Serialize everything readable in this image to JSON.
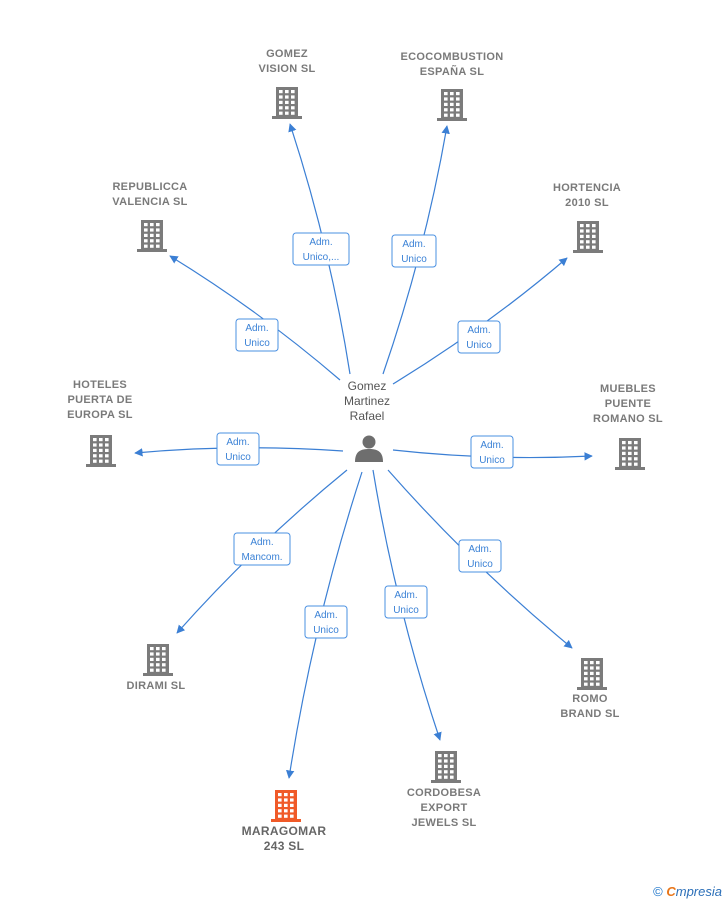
{
  "center": {
    "name_lines": [
      "Gomez",
      "Martinez",
      "Rafael"
    ],
    "icon": "person-icon"
  },
  "colors": {
    "edge": "#3b7fd4",
    "building": "#7b7b7b",
    "highlight": "#f05a28",
    "role_border": "#4a90e2"
  },
  "nodes": [
    {
      "id": "gomez-vision",
      "lines": [
        "GOMEZ",
        "VISION SL"
      ],
      "role": [
        "Adm.",
        "Unico,..."
      ],
      "highlight": false
    },
    {
      "id": "ecocombustion",
      "lines": [
        "ECOCOMBUSTION",
        "ESPAÑA  SL"
      ],
      "role": [
        "Adm.",
        "Unico"
      ],
      "highlight": false
    },
    {
      "id": "republicca",
      "lines": [
        "REPUBLICCA",
        "VALENCIA  SL"
      ],
      "role": [
        "Adm.",
        "Unico"
      ],
      "highlight": false
    },
    {
      "id": "hortencia",
      "lines": [
        "HORTENCIA",
        "2010 SL"
      ],
      "role": [
        "Adm.",
        "Unico"
      ],
      "highlight": false
    },
    {
      "id": "hoteles",
      "lines": [
        "HOTELES",
        "PUERTA DE",
        "EUROPA  SL"
      ],
      "role": [
        "Adm.",
        "Unico"
      ],
      "highlight": false
    },
    {
      "id": "muebles",
      "lines": [
        "MUEBLES",
        "PUENTE",
        "ROMANO  SL"
      ],
      "role": [
        "Adm.",
        "Unico"
      ],
      "highlight": false
    },
    {
      "id": "dirami",
      "lines": [
        "DIRAMI SL"
      ],
      "role": [
        "Adm.",
        "Mancom."
      ],
      "highlight": false
    },
    {
      "id": "romo",
      "lines": [
        "ROMO",
        "BRAND  SL"
      ],
      "role": [
        "Adm.",
        "Unico"
      ],
      "highlight": false
    },
    {
      "id": "maragomar",
      "lines": [
        "MARAGOMAR",
        "243  SL"
      ],
      "role": [
        "Adm.",
        "Unico"
      ],
      "highlight": true
    },
    {
      "id": "cordobesa",
      "lines": [
        "CORDOBESA",
        "EXPORT",
        "JEWELS  SL"
      ],
      "role": [
        "Adm.",
        "Unico"
      ],
      "highlight": false
    }
  ],
  "watermark": {
    "copyright": "©",
    "brand_first": "C",
    "brand_rest": "mpresia"
  }
}
